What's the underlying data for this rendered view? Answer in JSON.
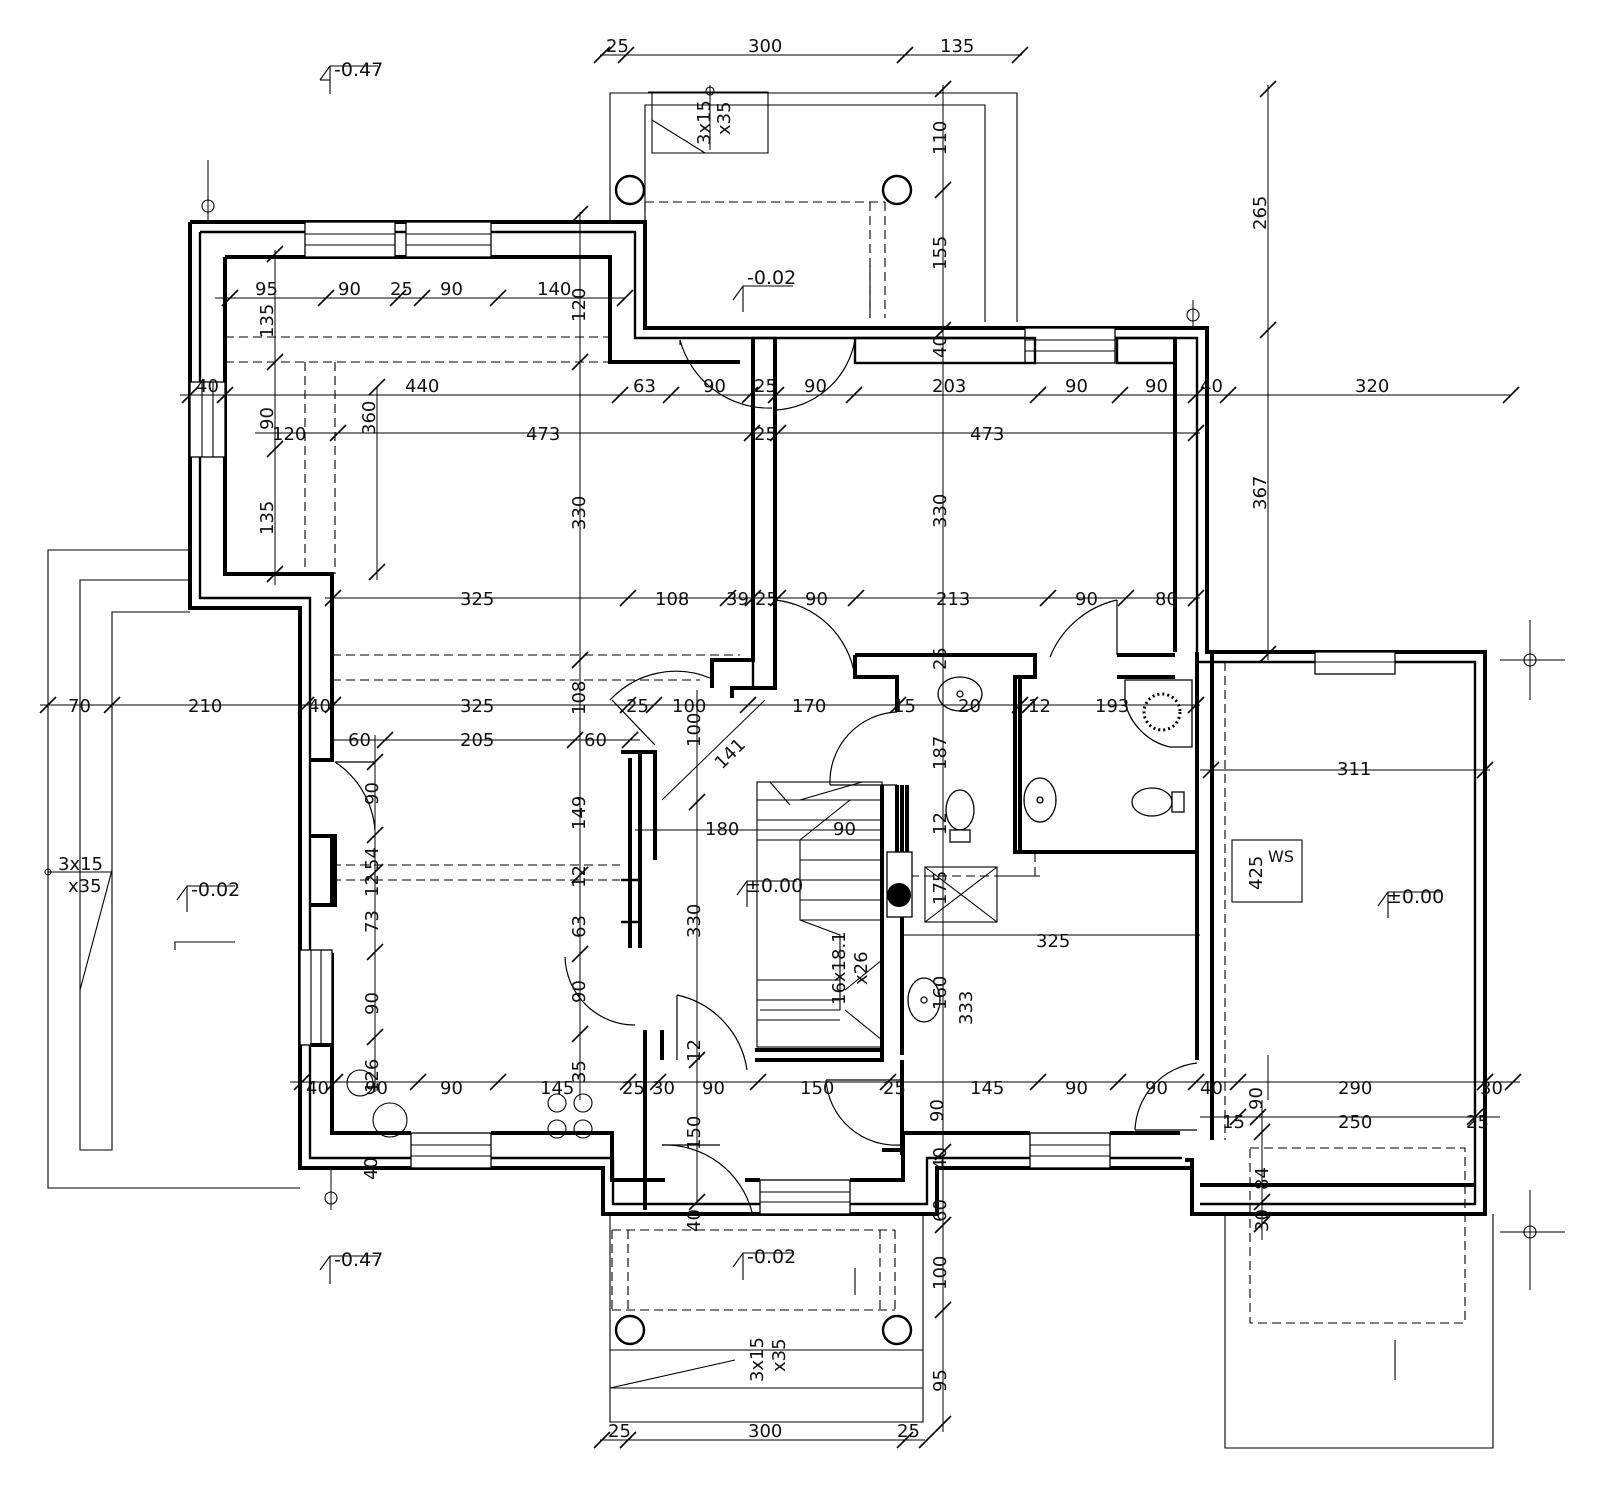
{
  "levels": {
    "top_left": "-0.47",
    "bottom_left": "-0.47",
    "porch_top": "-0.02",
    "terrace_left": "-0.02",
    "porch_bottom": "-0.02",
    "hall": "±0.00",
    "garage": "±0.00"
  },
  "stairs": {
    "porch_top": [
      "3x15",
      "x35"
    ],
    "terrace_left": [
      "3x15",
      "x35"
    ],
    "porch_bottom": [
      "3x15",
      "x35"
    ],
    "main": [
      "16x18.1",
      "x26"
    ]
  },
  "fixture_labels": {
    "ws": "WS",
    "ws_dim": "425"
  },
  "dimensions": {
    "top_porch": [
      "25",
      "300",
      "135"
    ],
    "right_vertical": [
      "265",
      "367"
    ],
    "porch_top_vertical": [
      "110",
      "155",
      "40"
    ],
    "row_395": [
      "40",
      "440",
      "63",
      "90",
      "25",
      "90",
      "203",
      "90",
      "90",
      "40",
      "320"
    ],
    "row_290": [
      "95",
      "90",
      "25",
      "90",
      "140"
    ],
    "row_430": [
      "120",
      "473",
      "25",
      "473"
    ],
    "row_590": [
      "325",
      "108",
      "39",
      "25",
      "90",
      "213",
      "90",
      "80"
    ],
    "row_695": [
      "70",
      "210",
      "40",
      "325",
      "25",
      "100",
      "170",
      "15",
      "20",
      "12",
      "193"
    ],
    "row_730": [
      "60",
      "205",
      "60"
    ],
    "row_755": [
      "311"
    ],
    "row_815": [
      "180",
      "90"
    ],
    "row_925": [
      "325"
    ],
    "row_1072": [
      "40",
      "90",
      "90",
      "145",
      "25",
      "30",
      "90",
      "150",
      "25",
      "90",
      "145",
      "90",
      "90",
      "40",
      "90",
      "290",
      "30"
    ],
    "row_1105": [
      "15",
      "250",
      "25"
    ],
    "bottom_porch": [
      "25",
      "300",
      "25"
    ],
    "left_vertical_a": [
      "135",
      "90",
      "135"
    ],
    "left_vertical_b": [
      "360"
    ],
    "left_vertical_c": [
      "120",
      "330",
      "108",
      "149",
      "12",
      "63",
      "90",
      "35"
    ],
    "left_vertical_d": [
      "90",
      "54",
      "12",
      "73",
      "90",
      "126"
    ],
    "left_vertical_e": [
      "40"
    ],
    "hall_vertical": [
      "100",
      "141",
      "330",
      "12",
      "150",
      "40"
    ],
    "mid_vertical": [
      "330",
      "25",
      "187",
      "12",
      "175",
      "160",
      "333",
      "90",
      "40",
      "60",
      "100",
      "95"
    ],
    "garage_vertical": [
      "84",
      "30"
    ]
  }
}
